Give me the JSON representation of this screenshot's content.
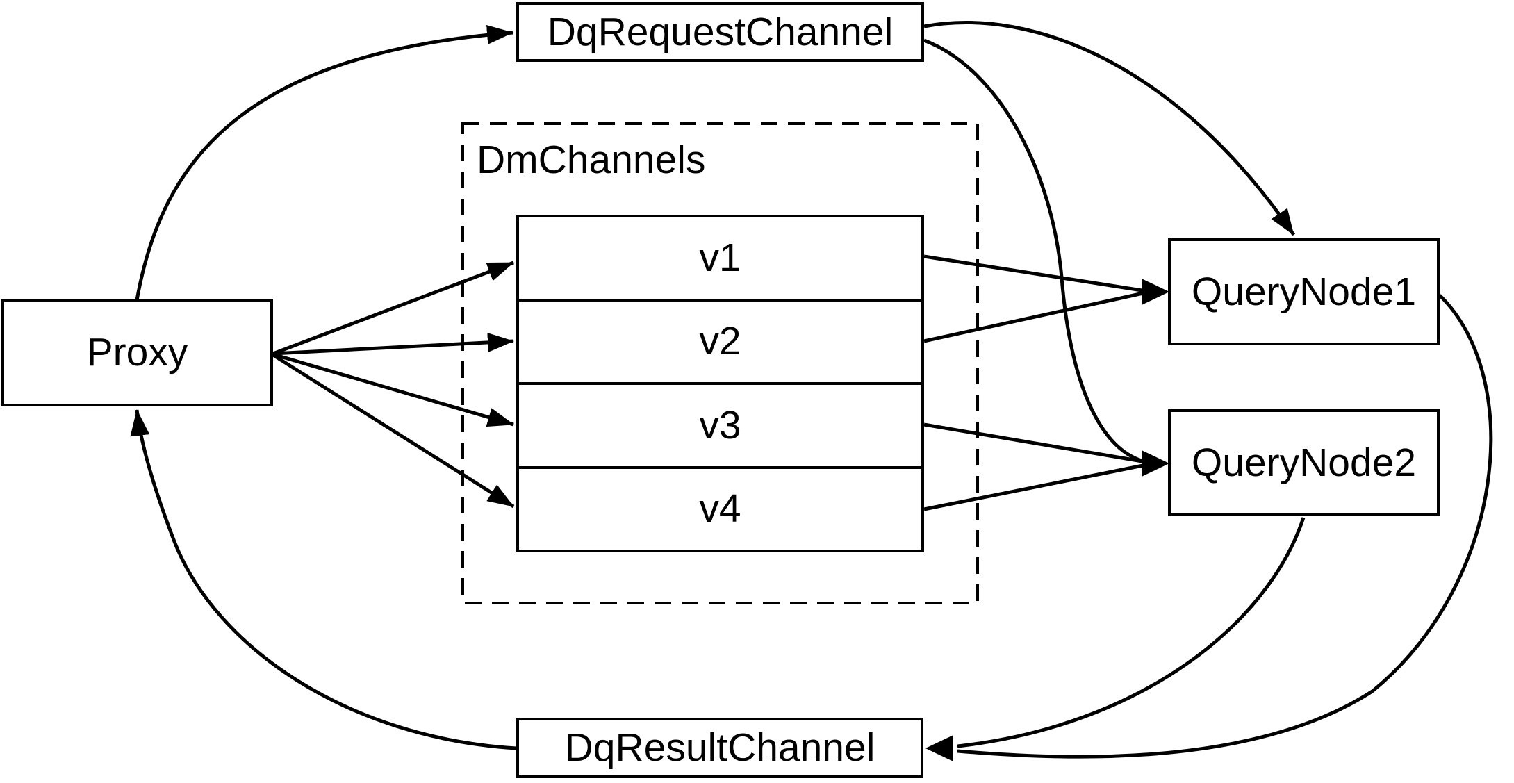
{
  "diagram": {
    "type": "flow-diagram",
    "background_color": "#ffffff",
    "stroke_color": "#000000",
    "nodes": {
      "proxy": {
        "label": "Proxy"
      },
      "dq_request_channel": {
        "label": "DqRequestChannel"
      },
      "dm_channels": {
        "label": "DmChannels",
        "channels": [
          "v1",
          "v2",
          "v3",
          "v4"
        ]
      },
      "query_node1": {
        "label": "QueryNode1"
      },
      "query_node2": {
        "label": "QueryNode2"
      },
      "dq_result_channel": {
        "label": "DqResultChannel"
      }
    },
    "edges": [
      {
        "from": "Proxy",
        "to": "DqRequestChannel"
      },
      {
        "from": "Proxy",
        "to": "v1"
      },
      {
        "from": "Proxy",
        "to": "v2"
      },
      {
        "from": "Proxy",
        "to": "v3"
      },
      {
        "from": "Proxy",
        "to": "v4"
      },
      {
        "from": "DqRequestChannel",
        "to": "QueryNode1"
      },
      {
        "from": "DqRequestChannel",
        "to": "QueryNode2"
      },
      {
        "from": "v1",
        "to": "QueryNode1"
      },
      {
        "from": "v2",
        "to": "QueryNode1"
      },
      {
        "from": "v3",
        "to": "QueryNode2"
      },
      {
        "from": "v4",
        "to": "QueryNode2"
      },
      {
        "from": "QueryNode1",
        "to": "DqResultChannel"
      },
      {
        "from": "QueryNode2",
        "to": "DqResultChannel"
      },
      {
        "from": "DqResultChannel",
        "to": "Proxy"
      }
    ]
  }
}
